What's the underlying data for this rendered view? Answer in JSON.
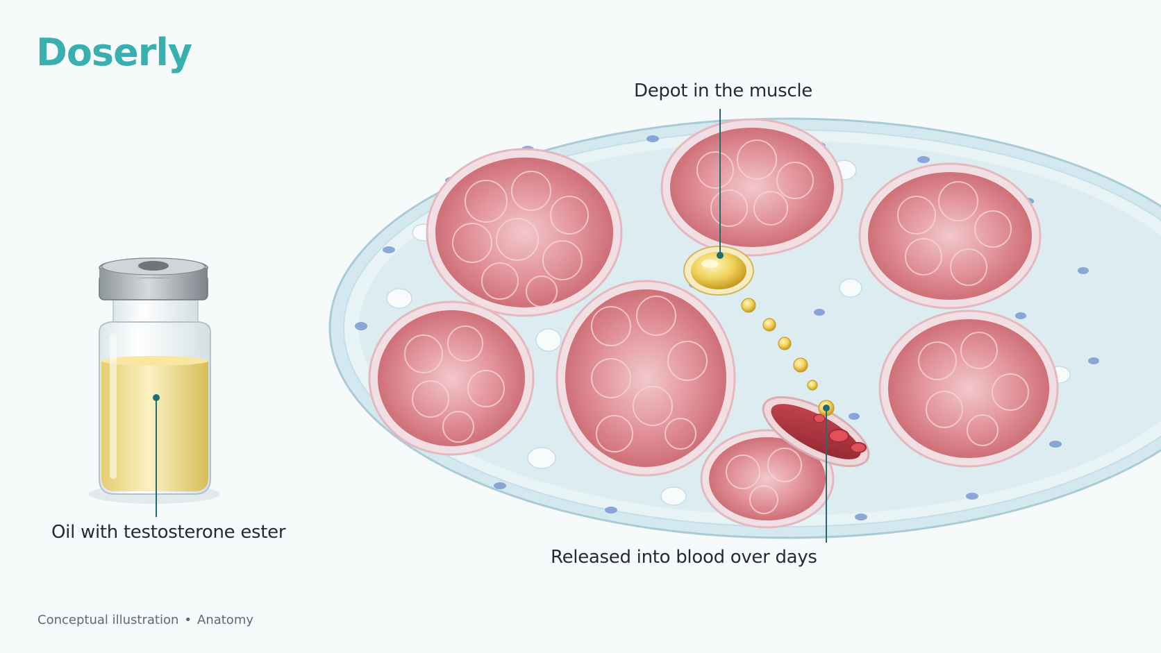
{
  "brand": {
    "name": "Doserly",
    "color": "#3aafb0"
  },
  "labels": {
    "vial": "Oil with testosterone ester",
    "depot": "Depot in the muscle",
    "release": "Released into blood over days"
  },
  "footer": {
    "caption": "Conceptual illustration",
    "separator": "•",
    "category": "Anatomy"
  },
  "colors": {
    "leader": "#1c6d72",
    "oil": "#e9cf5f",
    "muscle": "#d9737c",
    "connective": "#bfdde6",
    "vessel": "#b8333f",
    "cap": "#9aa1a6"
  }
}
